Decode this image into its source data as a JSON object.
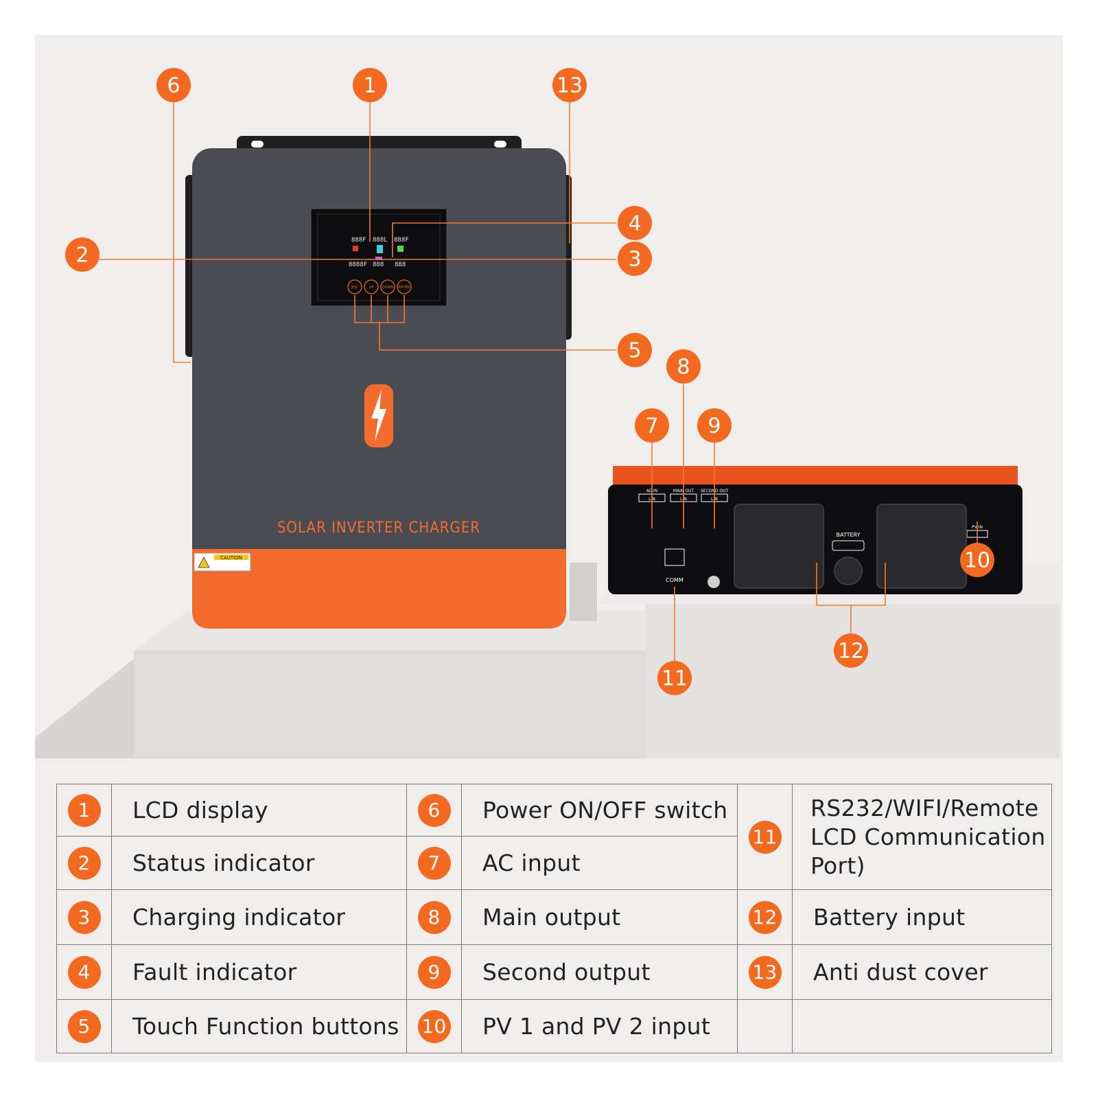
{
  "device": {
    "front_label": "SOLAR INVERTER CHARGER",
    "caution_label": "CAUTION",
    "lcd_buttons": [
      "ESC",
      "UP",
      "DOWN",
      "ENTER"
    ],
    "lcd_digits": [
      "888F",
      "888L",
      "888F",
      "8888F",
      "888",
      "888"
    ],
    "rear_labels": {
      "ac_in": "AC IN",
      "main_out": "MAIN OUT",
      "second_out": "SECOND OUT",
      "battery": "BATTERY",
      "pv_in": "PV IN",
      "comm": "COMM",
      "ln": "L  N"
    }
  },
  "callouts": [
    "1",
    "2",
    "3",
    "4",
    "5",
    "6",
    "7",
    "8",
    "9",
    "10",
    "11",
    "12",
    "13"
  ],
  "legend": {
    "col1": [
      {
        "num": "1",
        "label": "LCD display"
      },
      {
        "num": "2",
        "label": "Status indicator"
      },
      {
        "num": "3",
        "label": "Charging indicator"
      },
      {
        "num": "4",
        "label": "Fault indicator"
      },
      {
        "num": "5",
        "label": "Touch Function buttons"
      }
    ],
    "col2": [
      {
        "num": "6",
        "label": "Power ON/OFF switch"
      },
      {
        "num": "7",
        "label": "AC input"
      },
      {
        "num": "8",
        "label": "Main output"
      },
      {
        "num": "9",
        "label": "Second output"
      },
      {
        "num": "10",
        "label": "PV 1 and PV 2 input"
      }
    ],
    "col3": [
      {
        "num": "11",
        "label_lines": [
          "RS232/WIFI/Remote",
          "LCD Communication",
          "Port)"
        ]
      },
      {
        "num": "12",
        "label": "Battery input"
      },
      {
        "num": "13",
        "label": "Anti dust cover"
      }
    ]
  }
}
